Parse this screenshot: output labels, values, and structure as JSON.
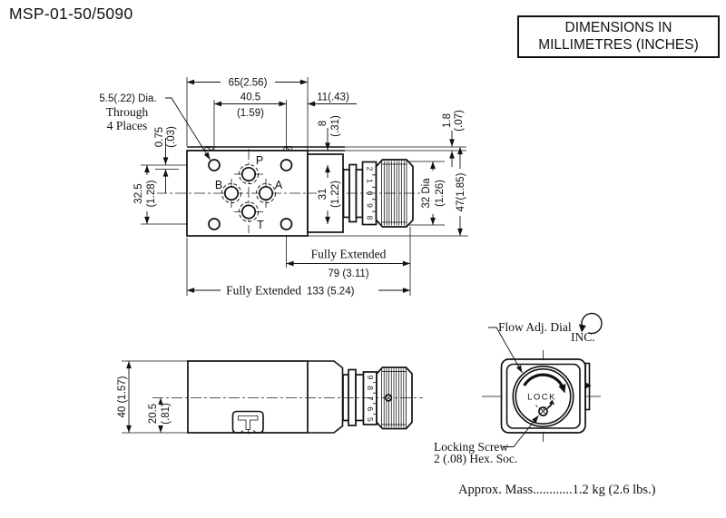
{
  "title": "MSP-01-50/5090",
  "note_box": {
    "line1": "DIMENSIONS IN",
    "line2": "MILLIMETRES (INCHES)"
  },
  "top_view": {
    "hole_note_line1": "5.5(.22) Dia.",
    "hole_note_line2": "Through",
    "hole_note_line3": "4 Places",
    "dim_65": "65(2.56)",
    "dim_40_5_mm": "40.5",
    "dim_40_5_in": "(1.59)",
    "dim_11": "11(.43)",
    "dim_0_75_mm": "0.75",
    "dim_0_75_in": "(.03)",
    "dim_8_mm": "8",
    "dim_8_in": "(.31)",
    "dim_32_5_mm": "32.5",
    "dim_32_5_in": "(1.28)",
    "dim_31_mm": "31",
    "dim_31_in": "(1.22)",
    "dim_32dia_mm": "32 Dia",
    "dim_32dia_in": "(1.26)",
    "dim_47": "47(1.85)",
    "dim_1_8_mm": "1.8",
    "dim_1_8_in": "(.07)",
    "port_p": "P",
    "port_a": "A",
    "port_b": "B",
    "port_t": "T",
    "dial_digits": [
      "2",
      "1",
      "0",
      "9",
      "8"
    ],
    "ext79_label": "Fully Extended",
    "ext79_value": "79 (3.11)",
    "ext133_label": "Fully Extended",
    "ext133_value": "133 (5.24)"
  },
  "side_view": {
    "dim_40": "40 (1.57)",
    "dim_20_5_mm": "20.5",
    "dim_20_5_in": "(.81)",
    "dial_digits": [
      "9",
      "8",
      "7",
      "6",
      "5"
    ]
  },
  "front_view": {
    "label_flow": "Flow Adj. Dial",
    "label_inc": "INC.",
    "label_lock": "LOCK",
    "label_screw_1": "Locking Screw",
    "label_screw_2": "2 (.08) Hex. Soc."
  },
  "footer": {
    "mass": "Approx. Mass............1.2 kg (2.6 lbs.)"
  }
}
